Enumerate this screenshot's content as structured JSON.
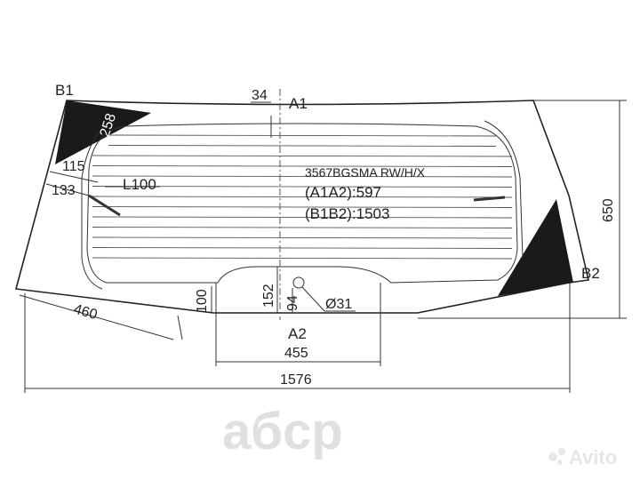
{
  "labels": {
    "b1": "B1",
    "b2": "B2",
    "a1": "A1",
    "a2": "A2",
    "l100": "L100"
  },
  "part_info": {
    "code": "3567BGSMA RW/H/X",
    "a1a2": "(A1A2):597",
    "b1b2": "(B1B2):1503"
  },
  "dimensions": {
    "d34": "34",
    "d258": "258",
    "d115": "115",
    "d133": "133",
    "d650": "650",
    "d460": "460",
    "d100": "100",
    "d152": "152",
    "d94": "94",
    "d31": "Ø31",
    "d455": "455",
    "d1576": "1576"
  },
  "watermarks": {
    "shop": "aбcp",
    "avito": "Avito"
  },
  "colors": {
    "line": "#222222",
    "fill": "#1a1a1a",
    "watermark": "#d8d8d8"
  }
}
